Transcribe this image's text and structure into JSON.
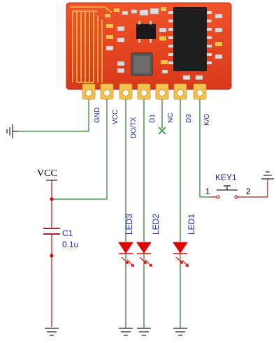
{
  "module": {
    "pins": [
      "GND",
      "VCC",
      "DO/TX",
      "D1",
      "NC",
      "D3",
      "K/O"
    ],
    "board_color": "#e8401c",
    "gold_color": "#f2c14e"
  },
  "vcc": {
    "label": "VCC"
  },
  "capacitor": {
    "ref": "C1",
    "value": "0.1u"
  },
  "leds": [
    "LED3",
    "LED2",
    "LED1"
  ],
  "key": {
    "ref": "KEY1",
    "pin1": "1",
    "pin2": "2"
  },
  "colors": {
    "wire": "#2e8b2e",
    "cap": "#b22222",
    "led": "#e00000",
    "label": "#1b1bd1"
  }
}
